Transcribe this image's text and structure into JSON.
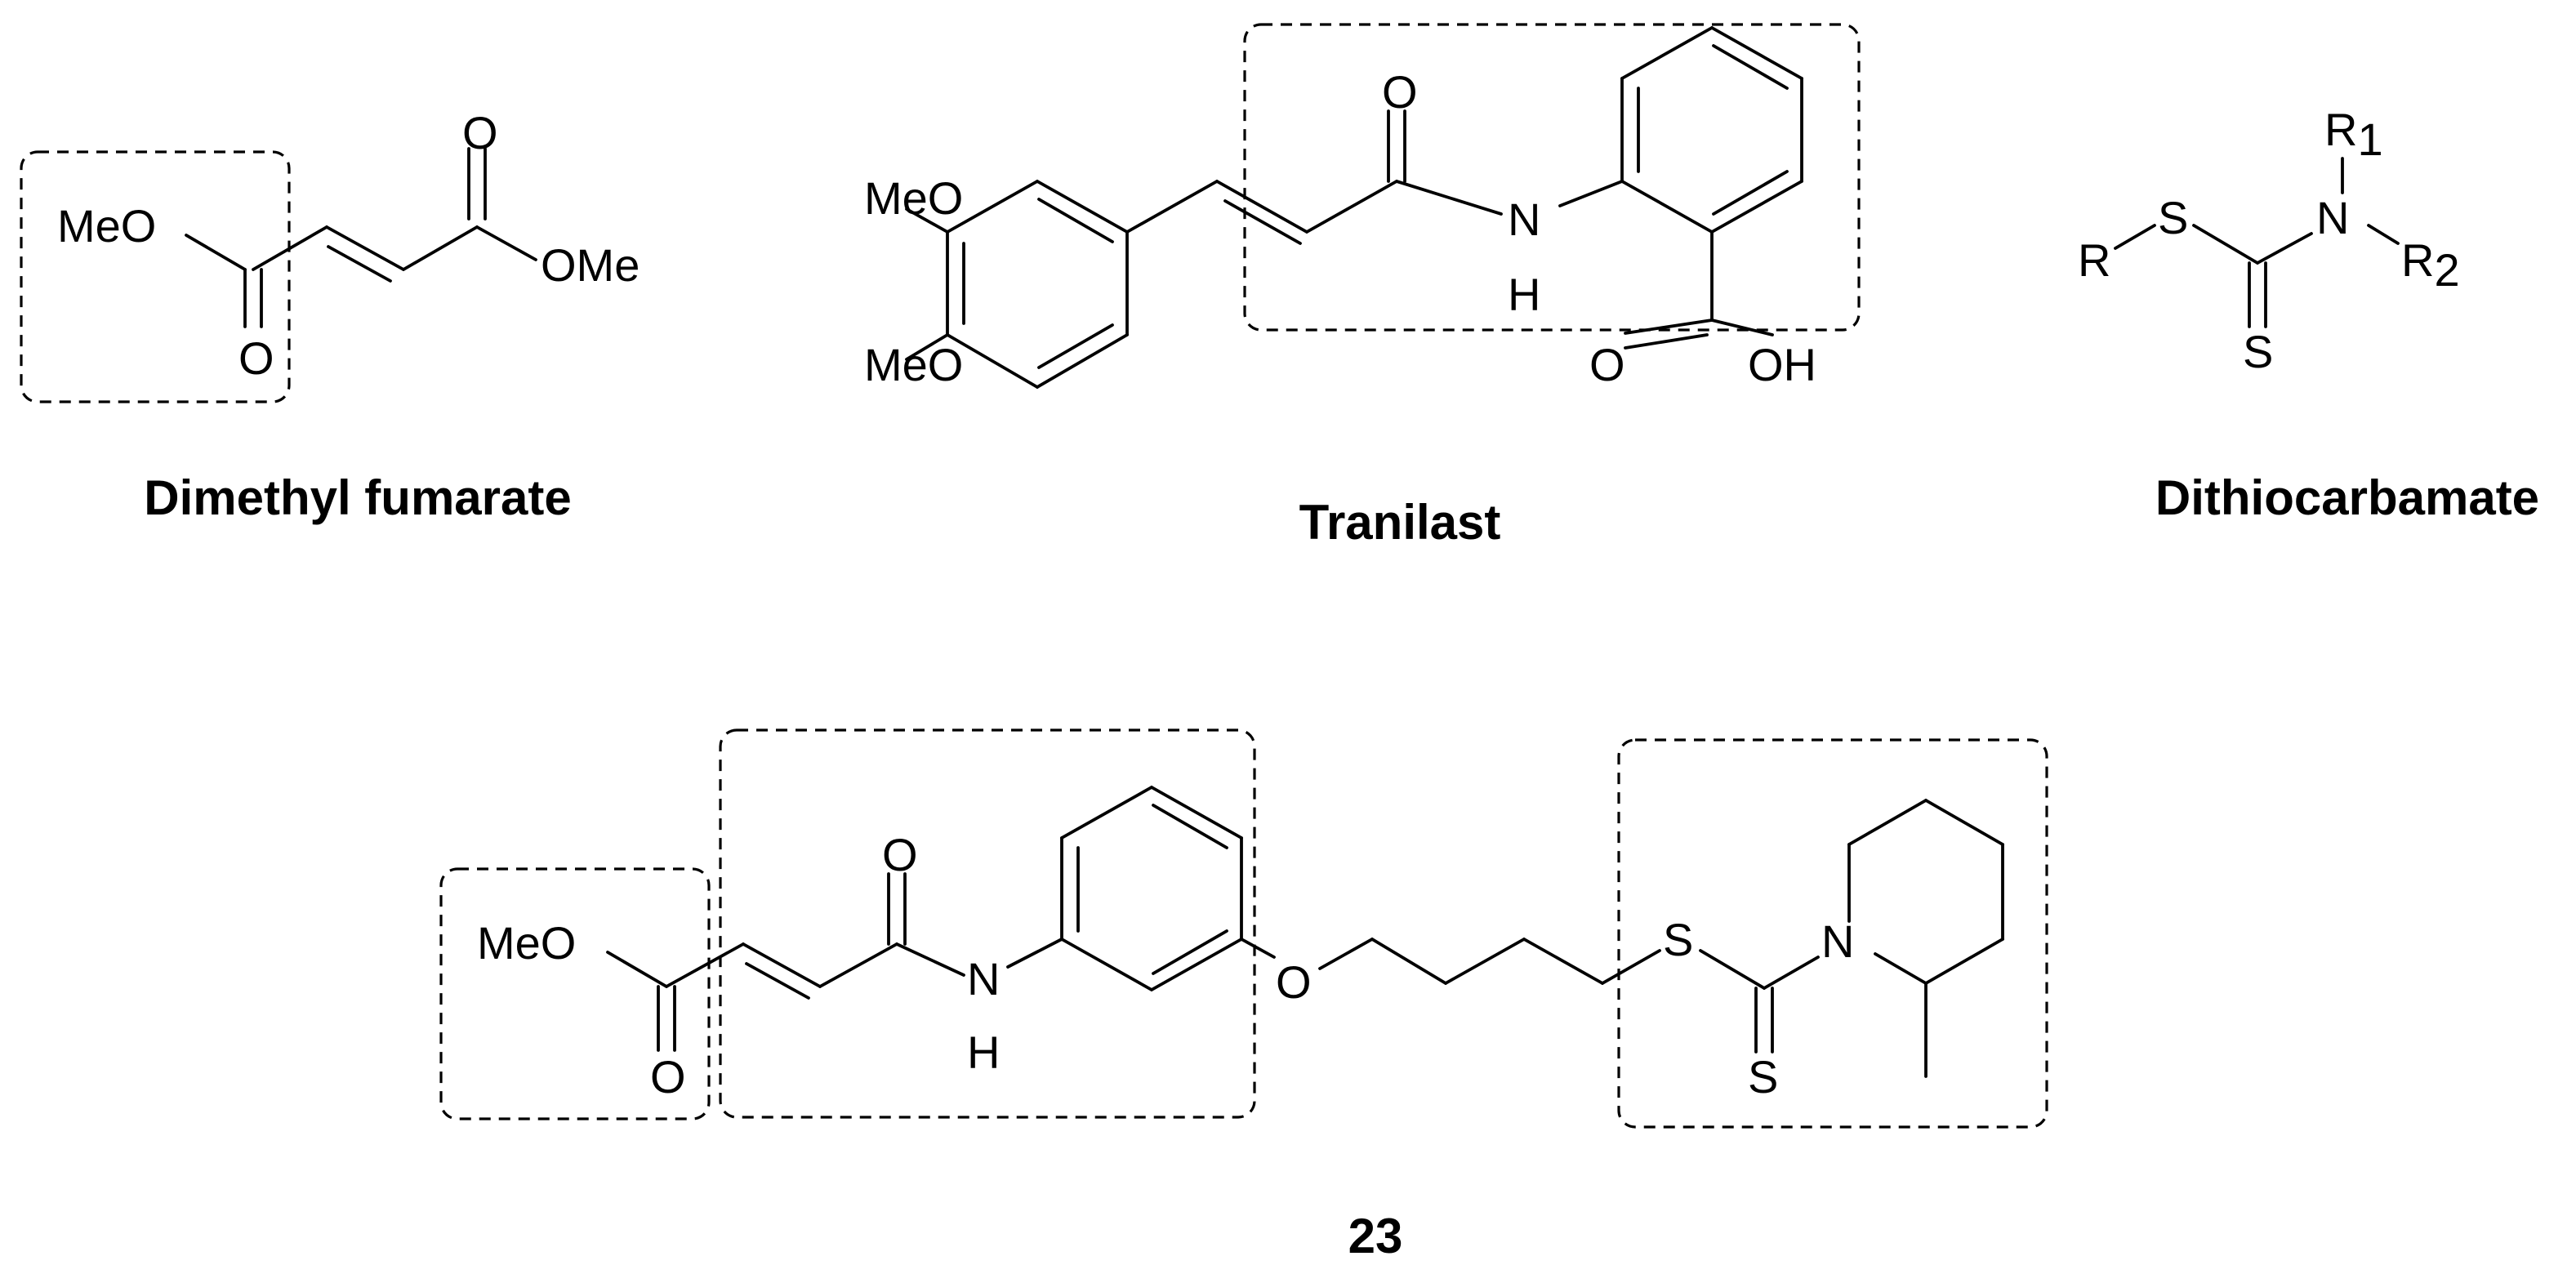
{
  "atom_labels": {
    "MeO": "MeO",
    "OMe": "OMe",
    "O": "O",
    "OH": "OH",
    "N": "N",
    "H": "H",
    "S": "S",
    "R": "R",
    "R1_base": "R",
    "R1_sub": "1",
    "R2_base": "R",
    "R2_sub": "2"
  },
  "captions": {
    "dimethyl_fumarate": "Dimethyl fumarate",
    "tranilast": "Tranilast",
    "dithiocarbamate": "Dithiocarbamate",
    "compound_23": "23"
  }
}
